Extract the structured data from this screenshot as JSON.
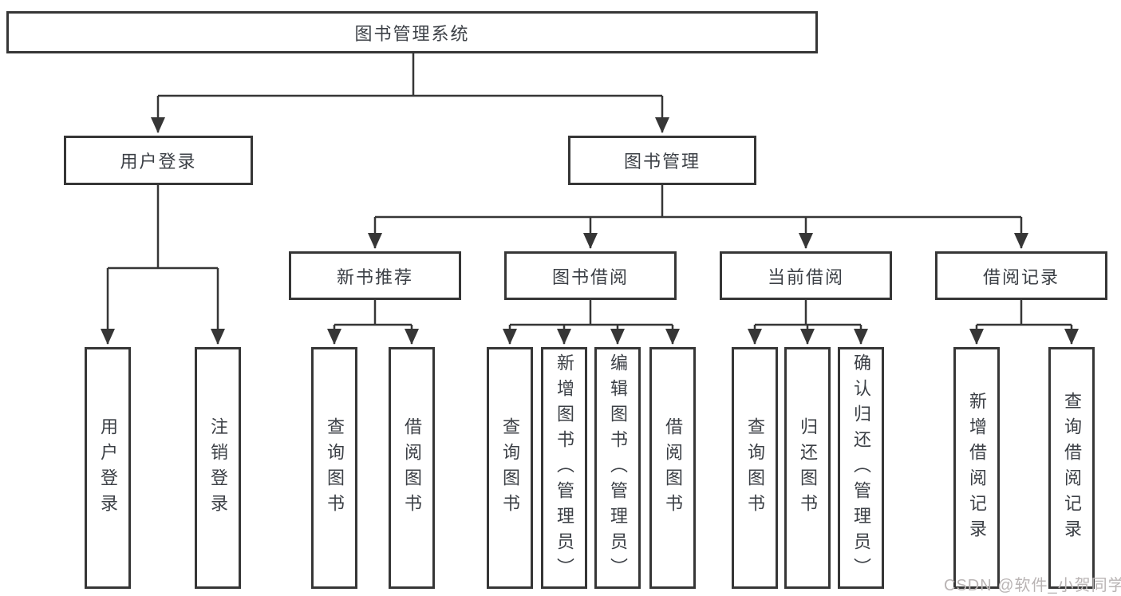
{
  "diagram": {
    "root": "图书管理系统",
    "level2": {
      "user_login": "用户登录",
      "book_management": "图书管理"
    },
    "level3": {
      "new_book_recommendation": "新书推荐",
      "book_borrowing": "图书借阅",
      "current_borrowing": "当前借阅",
      "borrowing_records": "借阅记录"
    },
    "login_leaves": [
      "用户登录",
      "注销登录"
    ],
    "newbook_leaves": [
      "查询图书",
      "借阅图书"
    ],
    "borrow_leaves": [
      "查询图书",
      "新增图书（管理员）",
      "编辑图书（管理员）",
      "借阅图书"
    ],
    "current_leaves": [
      "查询图书",
      "归还图书",
      "确认归还（管理员）"
    ],
    "record_leaves": [
      "新增借阅记录",
      "查询借阅记录"
    ]
  },
  "watermark": "CSDN @软件_小贺同学",
  "colors": {
    "line": "#363636",
    "border": "#363636",
    "text": "#3c4046",
    "watermark": "#b9b4b4",
    "background": "#ffffff"
  }
}
